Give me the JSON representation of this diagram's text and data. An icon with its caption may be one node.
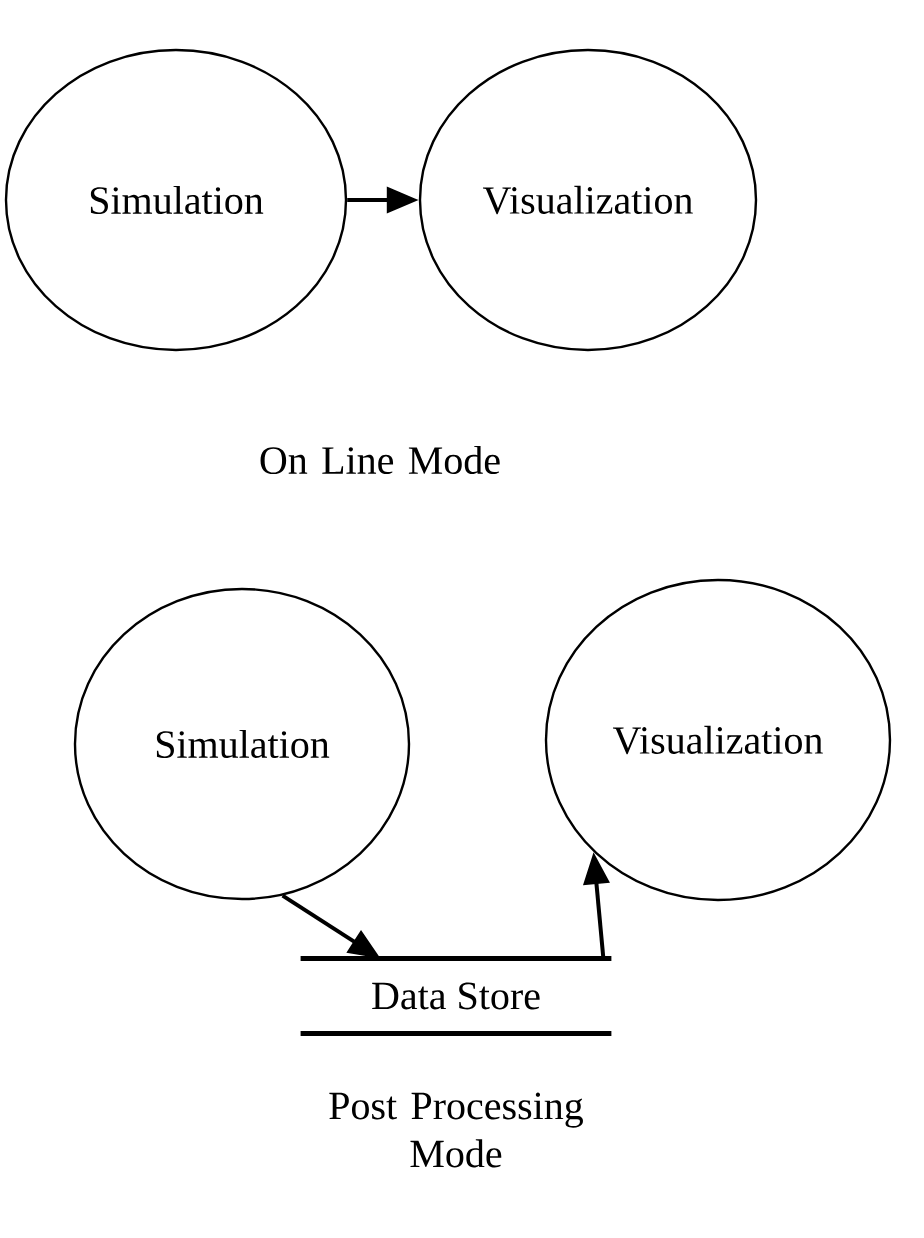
{
  "diagram": {
    "nodes": [
      {
        "text": [
          "Simulation"
        ]
      },
      {
        "text": [
          "Visualization"
        ]
      },
      {
        "text": [
          "Simulation"
        ]
      },
      {
        "text": [
          "Visualization"
        ]
      },
      {
        "text": [
          "Data Store"
        ]
      }
    ],
    "edges": [
      {
        "from": 0,
        "to": 1,
        "arrow": "to"
      },
      {
        "from": 2,
        "to": 4,
        "arrow": "to"
      },
      {
        "from": 4,
        "to": 3,
        "arrow": "to"
      }
    ],
    "labels": [
      "On Line Mode",
      "Post Processing Mode"
    ]
  }
}
